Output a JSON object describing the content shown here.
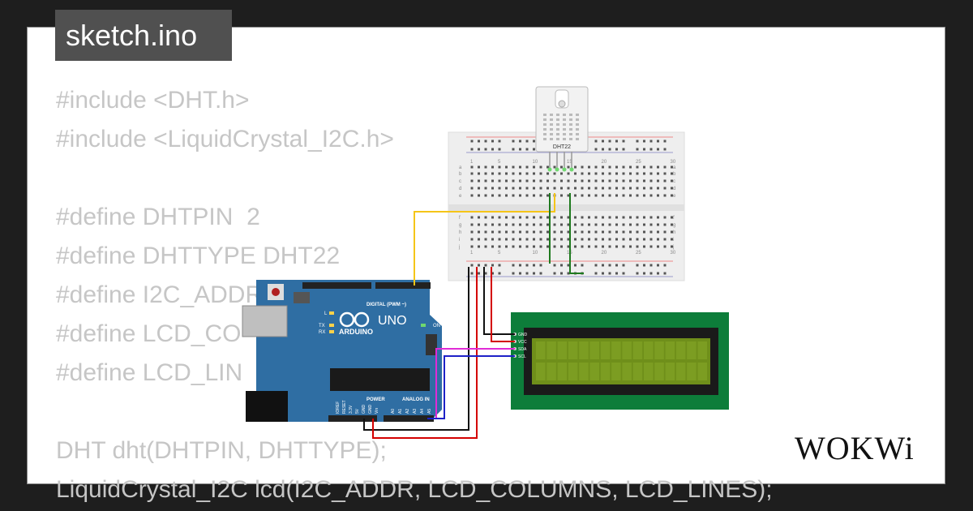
{
  "file_tab": {
    "label": "sketch.ino"
  },
  "code_lines": [
    "#include <DHT.h>",
    "#include <LiquidCrystal_I2C.h>",
    "",
    "#define DHTPIN  2",
    "#define DHTTYPE DHT22",
    "#define I2C_ADDR",
    "#define LCD_CO",
    "#define LCD_LIN",
    "",
    "DHT dht(DHTPIN, DHTTYPE);",
    "LiquidCrystal_I2C lcd(I2C_ADDR, LCD_COLUMNS, LCD_LINES);"
  ],
  "sensor": {
    "label": "DHT22"
  },
  "breadboard": {
    "col_labels": [
      "1",
      "5",
      "10",
      "15",
      "20",
      "25",
      "30"
    ],
    "row_labels_top": [
      "a",
      "b",
      "c",
      "d",
      "e"
    ],
    "row_labels_bottom": [
      "f",
      "g",
      "h",
      "i",
      "j"
    ]
  },
  "arduino": {
    "brand": "ARDUINO",
    "model": "UNO",
    "digital_label": "DIGITAL (PWM ~)",
    "power_label": "POWER",
    "analog_label": "ANALOG IN",
    "on_label": "ON",
    "led_labels": [
      "L",
      "TX",
      "RX"
    ],
    "power_pins": [
      "IOREF",
      "RESET",
      "3.3V",
      "5V",
      "GND",
      "GND",
      "Vin"
    ],
    "analog_pins": [
      "A0",
      "A1",
      "A2",
      "A3",
      "A4",
      "A5"
    ]
  },
  "lcd": {
    "pins": [
      "GND",
      "VCC",
      "SDA",
      "SCL"
    ]
  },
  "brand_logo": {
    "text": "WOKWi"
  },
  "colors": {
    "wire_yellow": "#f5c518",
    "wire_green": "#1f7a1f",
    "wire_red": "#d40000",
    "wire_black": "#111111",
    "wire_magenta": "#e02bd6",
    "wire_blue": "#1e22c8",
    "arduino_blue": "#2f6ea3",
    "lcd_screen": "#6f8f1a",
    "lcd_board": "#0d7d3a"
  }
}
